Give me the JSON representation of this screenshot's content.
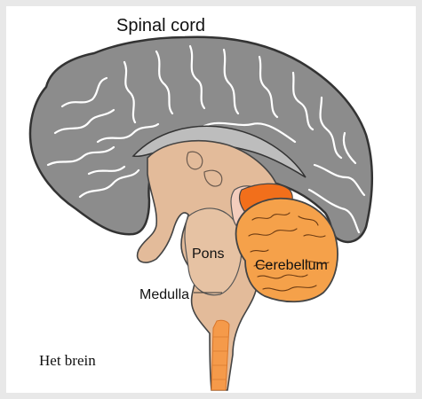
{
  "title": "Spinal cord",
  "labels": {
    "pons": "Pons",
    "cerebellum": "Cerebellum",
    "medulla": "Medulla"
  },
  "caption": "Het brein",
  "colors": {
    "cortex": "#8c8c8c",
    "cortex_outline": "#333333",
    "brainstem": "#e3bb9a",
    "cerebellum": "#f5a14a",
    "highlight": "#f26f1b",
    "spinal_cord": "#f59a4a",
    "thalamus_pink": "#f4cdbd"
  }
}
